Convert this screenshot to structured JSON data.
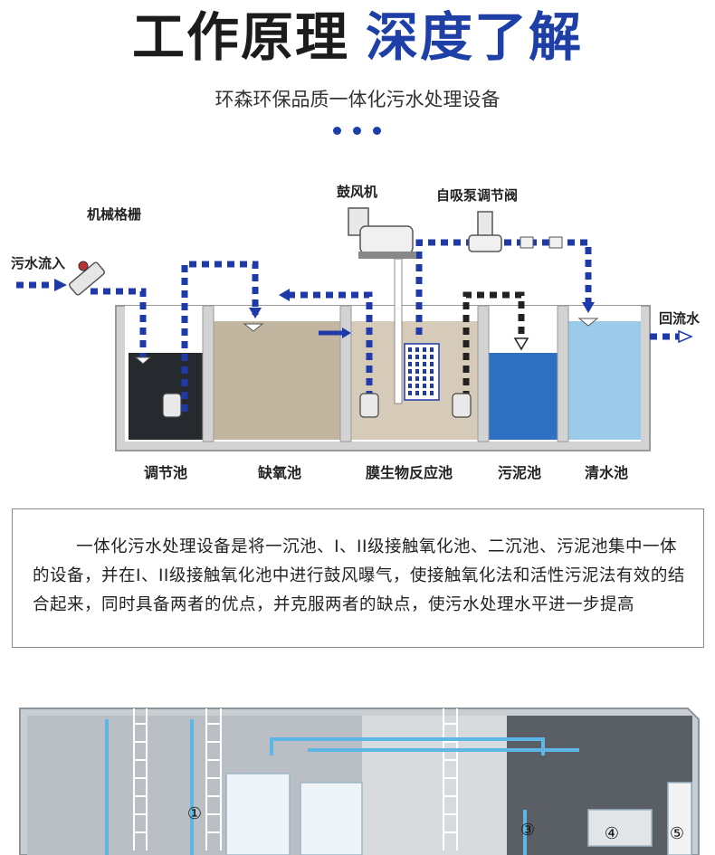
{
  "header": {
    "title_black": "工作原理",
    "title_blue": "深度了解",
    "subtitle": "环森环保品质一体化污水处理设备"
  },
  "colors": {
    "accent": "#1d3fa6",
    "pipe_blue": "#1f3aa8",
    "regulating_tank": "#262a2e",
    "anoxic_tank": "#c3b6a0",
    "membrane_tank": "#d6cbb8",
    "sludge_tank": "#2f6fc2",
    "clear_tank": "#9ccbea"
  },
  "diagram": {
    "labels": {
      "grille": "机械格栅",
      "inflow": "污水流入",
      "blower": "鼓风机",
      "pump_valve": "自吸泵调节阀",
      "backflow": "回流水"
    },
    "tanks": [
      "调节池",
      "缺氧池",
      "膜生物反应池",
      "污泥池",
      "清水池"
    ]
  },
  "description": "一体化污水处理设备是将一沉池、I、II级接触氧化池、二沉池、污泥池集中一体的设备，并在I、II级接触氧化池中进行鼓风曝气，使接触氧化法和活性污泥法有效的结合起来，同时具备两者的优点，并克服两者的缺点，使污水处理水平进一步提高",
  "photo": {
    "markers": [
      "①",
      "③",
      "④",
      "⑤"
    ]
  }
}
